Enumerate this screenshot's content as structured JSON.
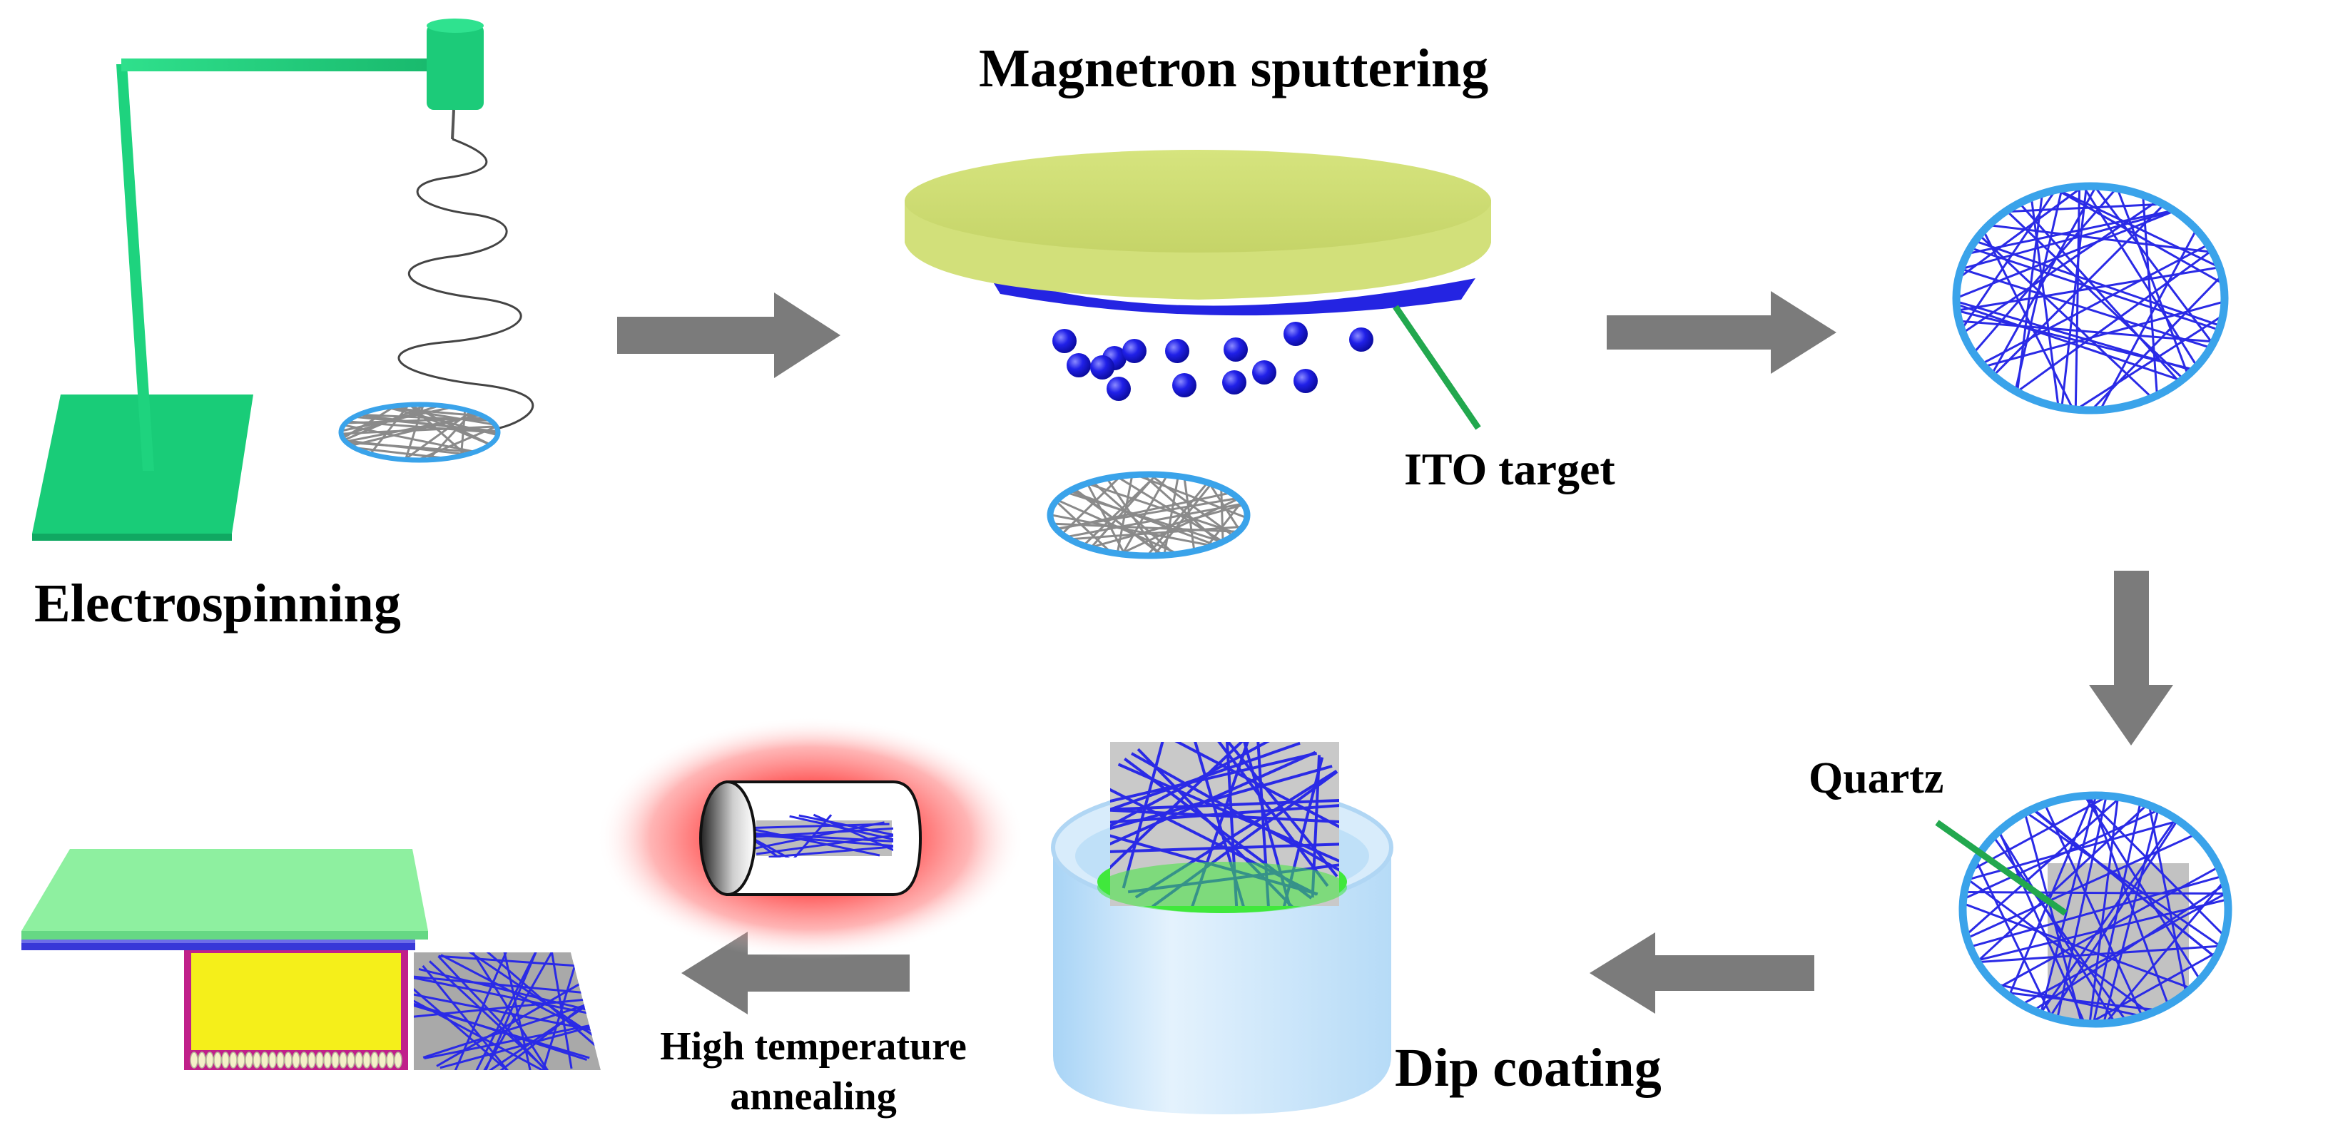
{
  "labels": {
    "magnetron_sputtering": "Magnetron sputtering",
    "ito_target": "ITO target",
    "electrospinning": "Electrospinning",
    "quartz": "Quartz",
    "dip_coating": "Dip coating",
    "high_temperature_annealing": "High temperature annealing"
  },
  "colors": {
    "stand_green": "#1ed37e",
    "ring_blue": "#3aa3ea",
    "fiber_gray": "#8a8a8a",
    "fiber_blue": "#2a2ae6",
    "target_disc": "#d4e27a",
    "target_plate": "#2a2ae6",
    "arrow_gray": "#7b7b7b",
    "beaker": "#bfe0f8",
    "solution": "#40e83c",
    "quartz_gray": "#bdbdbd",
    "furnace_glow": "#ff3b3b",
    "device_top": "#8ef0a0",
    "device_yellow": "#f5ef1a",
    "device_magenta": "#c0208a"
  }
}
